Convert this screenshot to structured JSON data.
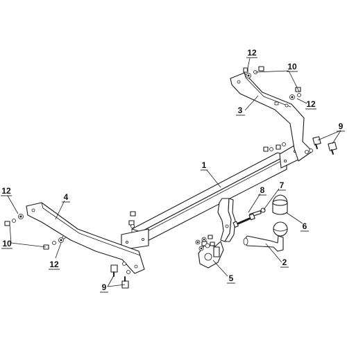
{
  "labels": {
    "p1": "1",
    "p2": "2",
    "p3": "3",
    "p4": "4",
    "p5": "5",
    "p6": "6",
    "p7": "7",
    "p8": "8",
    "p9_right": "9",
    "p9_left": "9",
    "p10_right": "10",
    "p10_left": "10",
    "p12_right_top": "12",
    "p12_right_mid": "12",
    "p12_left_top": "12",
    "p12_left_bottom": "12"
  }
}
